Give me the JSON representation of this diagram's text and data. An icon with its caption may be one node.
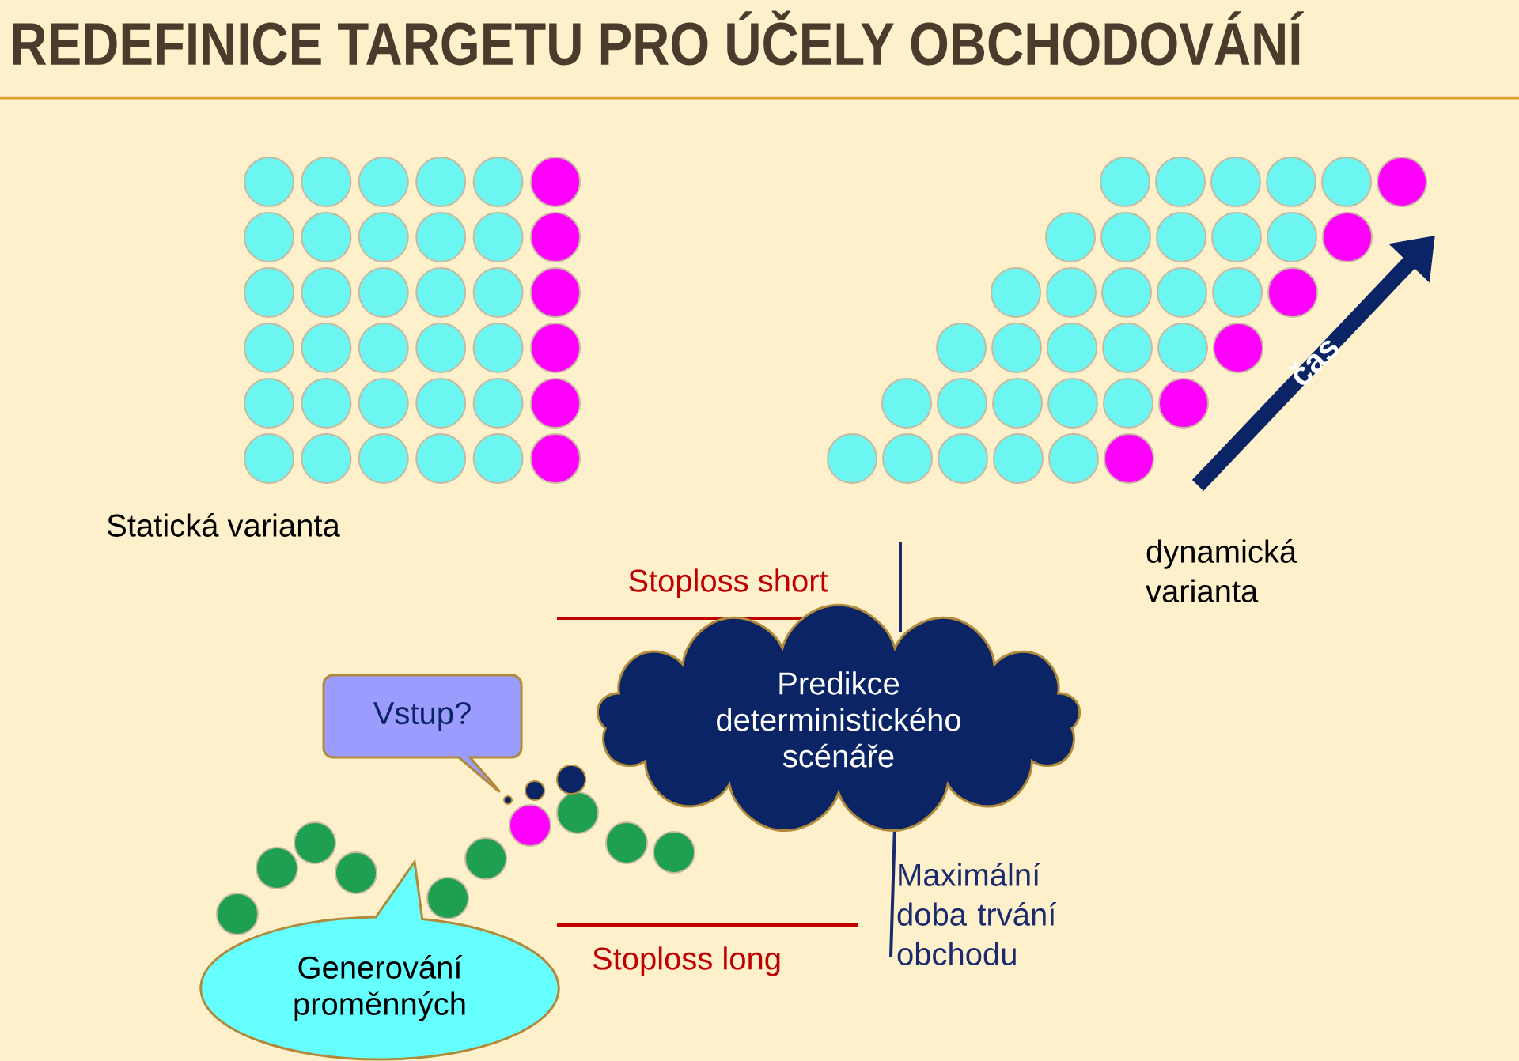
{
  "diagram": {
    "title": "REDEFINICE TARGETU PRO ÚČELY OBCHODOVÁNÍ",
    "nodes": [
      {
        "text": [
          "Vstup?"
        ]
      },
      {
        "text": [
          "Predikce deterministického scénáře"
        ]
      },
      {
        "text": [
          "Generování proměnných"
        ]
      }
    ],
    "labels": [
      "čas",
      "Statická varianta",
      "dynamická varianta",
      "Stoploss short",
      "Maximální doba trvání obchodu",
      "Stoploss long"
    ]
  }
}
